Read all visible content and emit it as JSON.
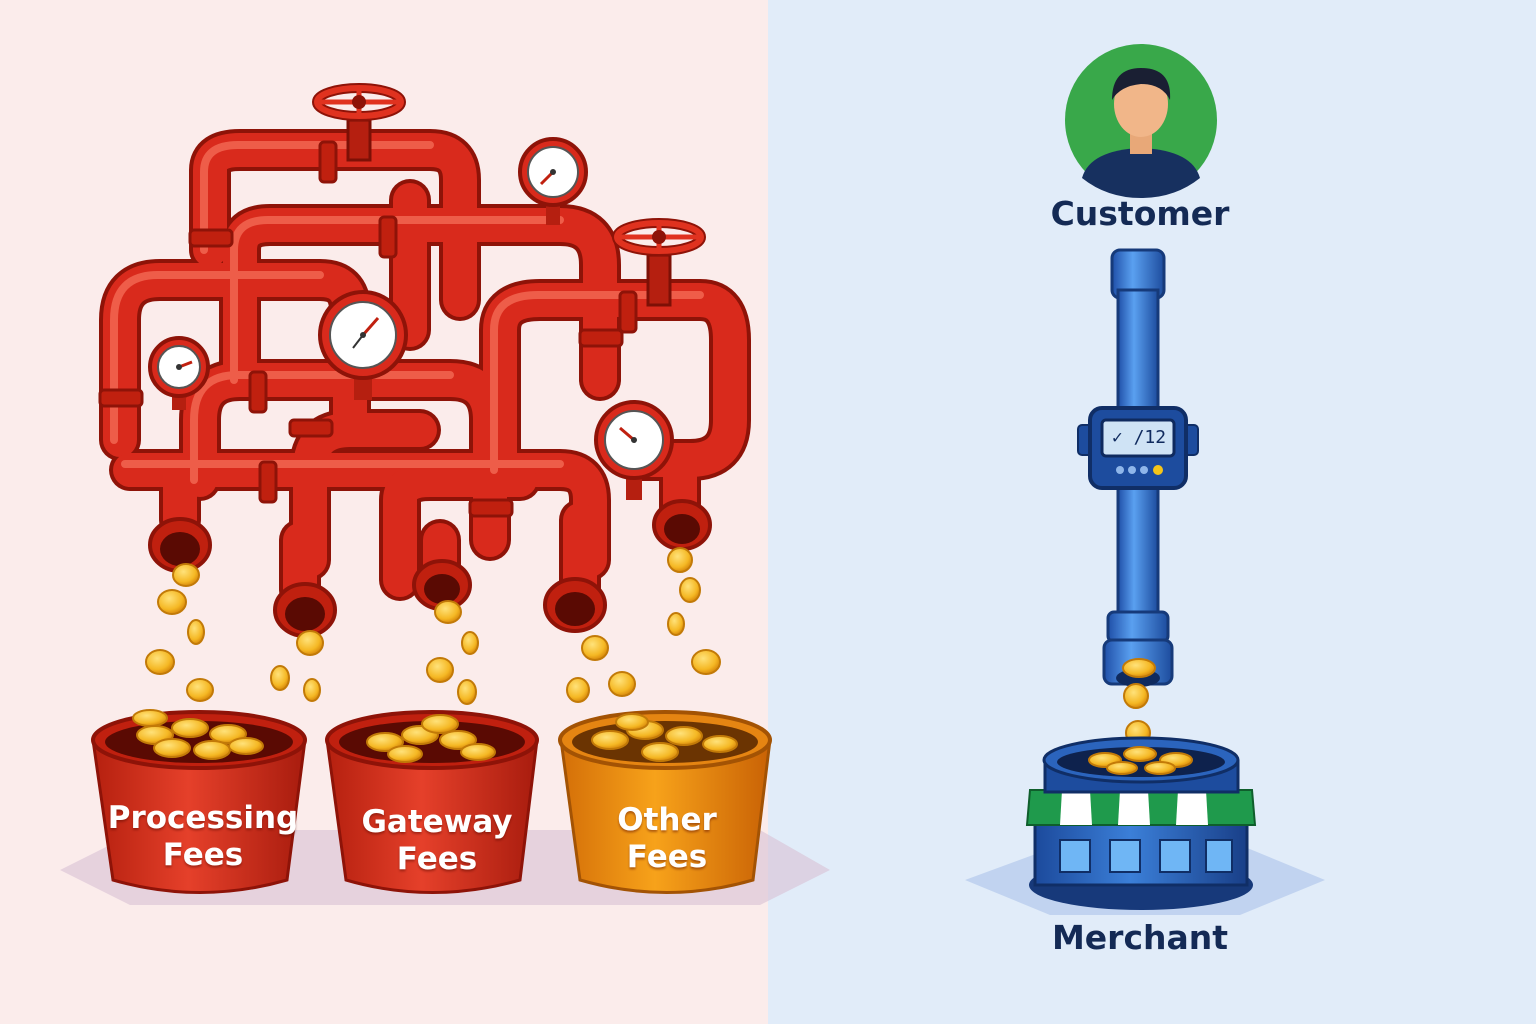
{
  "left_panel": {
    "buckets": [
      {
        "line1": "Processing",
        "line2": "Fees",
        "color": "#d9301a"
      },
      {
        "line1": "Gateway",
        "line2": "Fees",
        "color": "#d9301a"
      },
      {
        "line1": "Other",
        "line2": "Fees",
        "color": "#ef8a10"
      }
    ]
  },
  "right_panel": {
    "customer_label": "Customer",
    "merchant_label": "Merchant",
    "meter_display": "✓ /12"
  },
  "colors": {
    "left_background": "#fbeceb",
    "right_background": "#e1ecf9",
    "pipe_red": "#d92a1c",
    "pipe_blue": "#2f73d0",
    "coin_gold": "#f5b824",
    "customer_circle": "#39a84a",
    "awning_green": "#1f9a4c",
    "label_navy": "#142a55"
  },
  "icons": [
    "valve-wheel-icon",
    "pressure-gauge-icon",
    "coin-icon",
    "customer-avatar-icon",
    "flow-meter-icon",
    "storefront-icon"
  ]
}
